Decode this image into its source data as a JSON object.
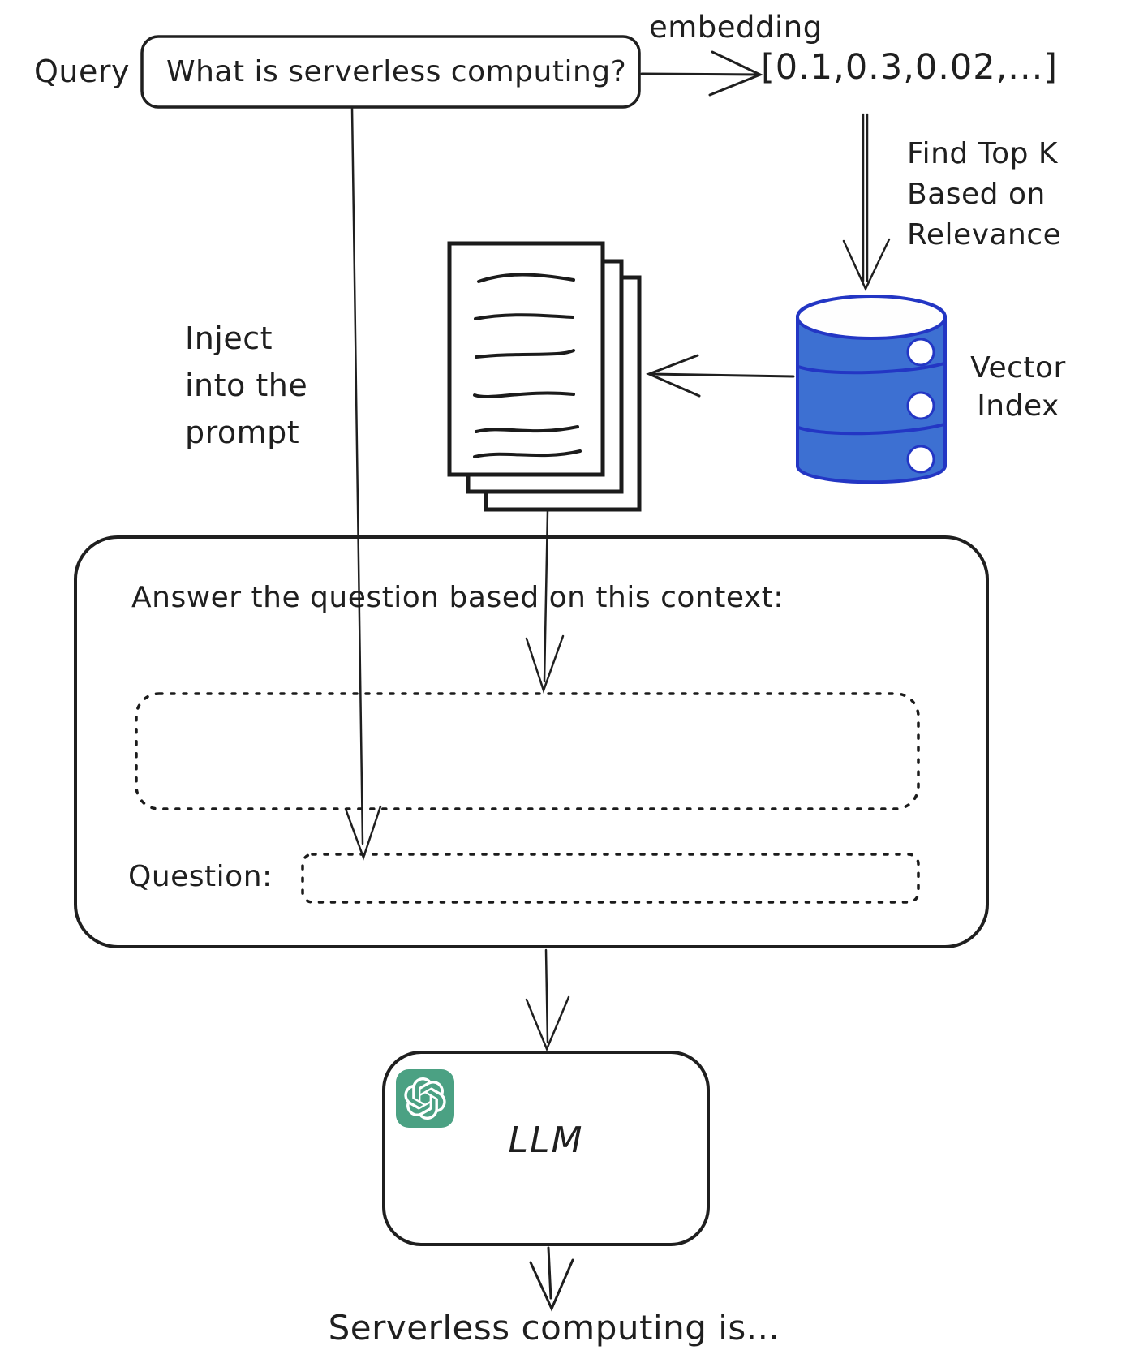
{
  "query": {
    "label": "Query",
    "text": "What is serverless computing?"
  },
  "embedding": {
    "label": "embedding",
    "vector": "[0.1,0.3,0.02,...]"
  },
  "find_top_k": {
    "lines": [
      "Find Top K",
      "Based on",
      "Relevance"
    ]
  },
  "vector_index": {
    "lines": [
      "Vector",
      "Index"
    ]
  },
  "inject": {
    "lines": [
      "Inject",
      "into the",
      "prompt"
    ]
  },
  "prompt": {
    "instruction": "Answer the question based on this context:",
    "question_label": "Question:"
  },
  "llm": {
    "label": "LLM"
  },
  "output": {
    "text": "Serverless computing is..."
  },
  "colors": {
    "ink": "#1f1f1f",
    "db_fill": "#3d70d2",
    "db_stroke": "#2336c4",
    "openai_green": "#4ba183"
  }
}
